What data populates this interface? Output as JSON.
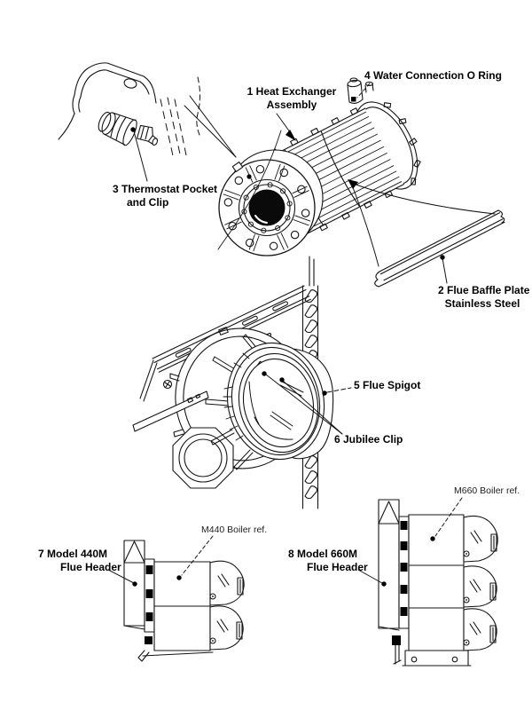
{
  "figure": {
    "background": "#ffffff",
    "line_color": "#141414",
    "description": "Exploded parts diagram: boiler heat exchanger, flue baffle, flue spigot and flue headers"
  },
  "labels": {
    "part1": {
      "line1": "1 Heat Exchanger",
      "line2": "Assembly"
    },
    "part2": {
      "line1": "2 Flue Baffle Plate",
      "line2": "Stainless Steel"
    },
    "part3": {
      "line1": "3 Thermostat Pocket",
      "line2": "and Clip"
    },
    "part4": {
      "text": "4 Water Connection O Ring"
    },
    "part5": {
      "text": "5 Flue Spigot"
    },
    "part6": {
      "text": "6 Jubilee Clip"
    },
    "part7": {
      "line1": "7 Model 440M",
      "line2": "Flue Header"
    },
    "part8": {
      "line1": "8 Model 660M",
      "line2": "Flue Header"
    },
    "ref440": {
      "text": "M440 Boiler ref."
    },
    "ref660": {
      "text": "M660 Boiler ref."
    }
  }
}
